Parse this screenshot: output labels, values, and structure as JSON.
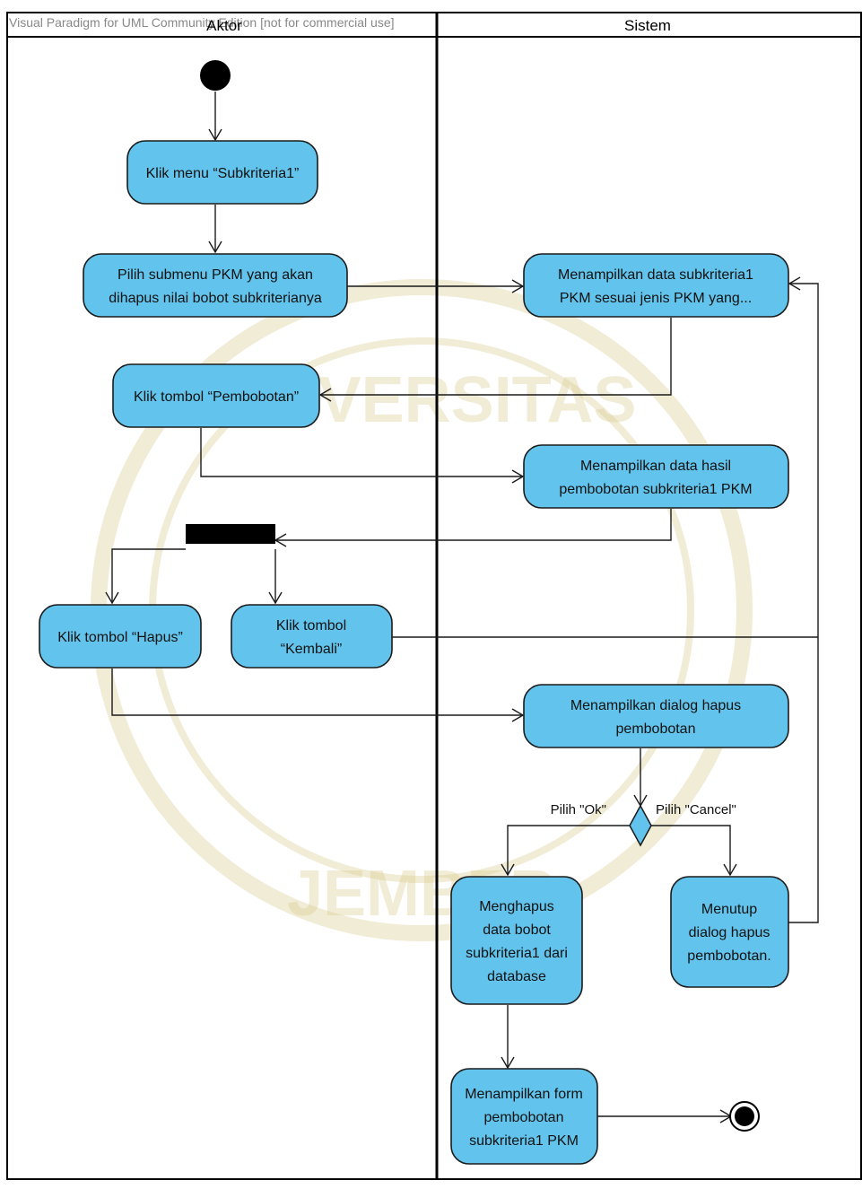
{
  "watermark": "Visual Paradigm for UML Community Edition [not for commercial use]",
  "background_seal": {
    "text_top": "UNIVERSITAS",
    "text_bottom": "JEMBER"
  },
  "lanes": {
    "actor": "Aktor",
    "system": "Sistem"
  },
  "colors": {
    "action_fill": "#62c4ec",
    "line": "#1a1a1a",
    "seal": "#d8c98a"
  },
  "actions": {
    "klik_menu": [
      "Klik menu “Subkriteria1”"
    ],
    "pilih_submenu": [
      "Pilih submenu PKM yang akan",
      "dihapus nilai bobot subkriterianya"
    ],
    "tampil_data": [
      "Menampilkan data subkriteria1",
      "PKM sesuai jenis PKM yang..."
    ],
    "klik_pembobotan": [
      "Klik tombol “Pembobotan”"
    ],
    "tampil_hasil": [
      "Menampilkan data hasil",
      "pembobotan subkriteria1 PKM"
    ],
    "klik_hapus": [
      "Klik tombol “Hapus”"
    ],
    "klik_kembali": [
      "Klik tombol",
      "“Kembali”"
    ],
    "tampil_dialog": [
      "Menampilkan dialog hapus",
      "pembobotan"
    ],
    "menghapus": [
      "Menghapus",
      "data bobot",
      "subkriteria1 dari",
      "database"
    ],
    "menutup": [
      "Menutup",
      "dialog hapus",
      "pembobotan."
    ],
    "tampil_form": [
      "Menampilkan form",
      "pembobotan",
      "subkriteria1 PKM"
    ]
  },
  "guards": {
    "ok": "Pilih \"Ok\"",
    "cancel": "Pilih \"Cancel\""
  }
}
